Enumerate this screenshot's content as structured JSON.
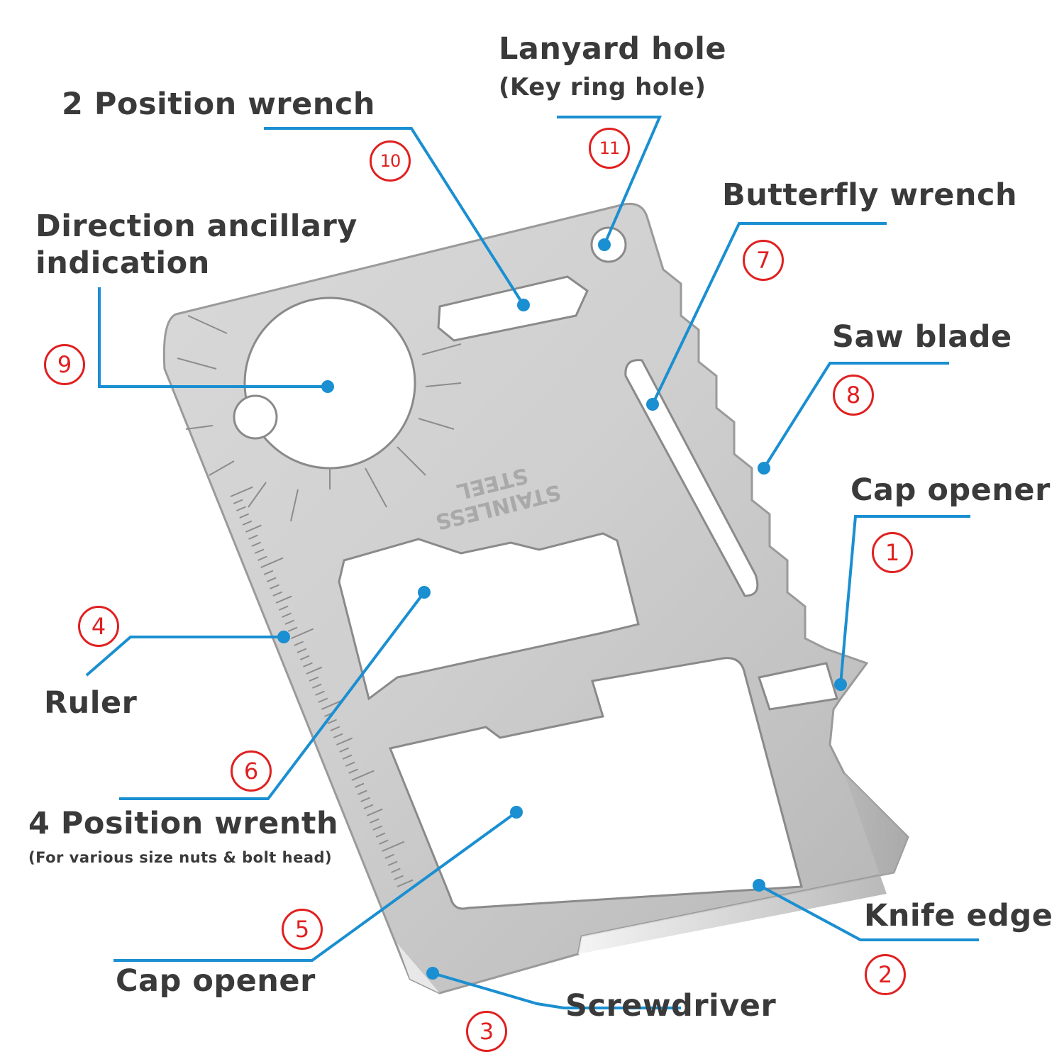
{
  "labels": {
    "lanyard_hole": "Lanyard hole",
    "key_ring_hole": "(Key ring hole)",
    "two_position_wrench": "2 Position wrench",
    "direction_line1": "Direction ancillary",
    "direction_line2": "indication",
    "butterfly_wrench": "Butterfly wrench",
    "saw_blade": "Saw blade",
    "cap_opener_right": "Cap opener",
    "ruler": "Ruler",
    "four_position_wrench": "4 Position wrenth",
    "four_position_note": "(For various size nuts & bolt head)",
    "cap_opener_left": "Cap opener",
    "screwdriver": "Screwdriver",
    "knife_edge": "Knife edge"
  },
  "numbers": {
    "n1": "1",
    "n2": "2",
    "n3": "3",
    "n4": "4",
    "n5": "5",
    "n6": "6",
    "n7": "7",
    "n8": "8",
    "n9": "9",
    "n10": "10",
    "n11": "11"
  },
  "card_stamp": {
    "line1": "STAINLESS",
    "line2": "STEEL"
  },
  "colors": {
    "leader_line": "#1a8fd1",
    "number_circle": "#e02020",
    "label_text": "#3a3a3a",
    "card_steel": "#c8c8c8"
  }
}
